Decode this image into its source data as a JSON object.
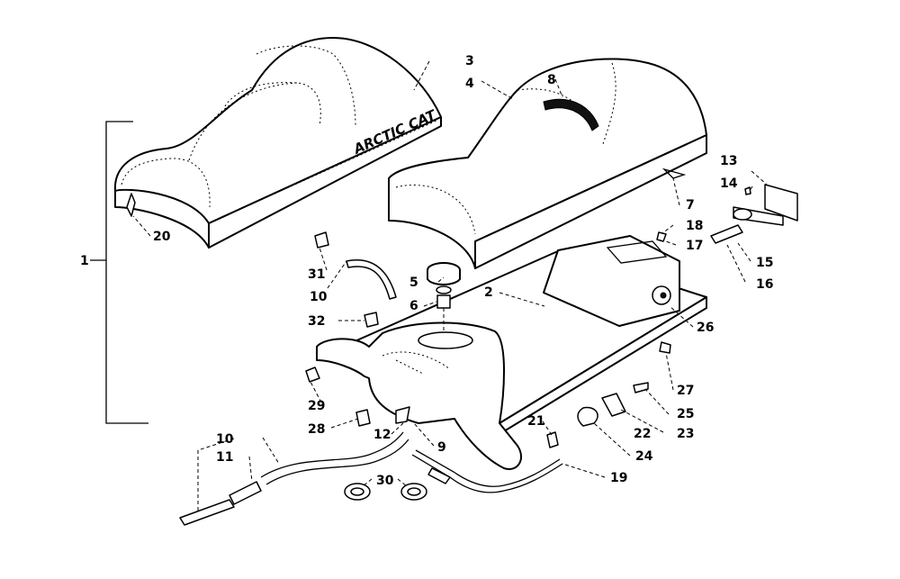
{
  "brand_text": "ARCTIC CAT",
  "callouts": [
    {
      "id": "c1",
      "label": "1"
    },
    {
      "id": "c2",
      "label": "2"
    },
    {
      "id": "c3",
      "label": "3"
    },
    {
      "id": "c4",
      "label": "4"
    },
    {
      "id": "c5",
      "label": "5"
    },
    {
      "id": "c6",
      "label": "6"
    },
    {
      "id": "c7",
      "label": "7"
    },
    {
      "id": "c8",
      "label": "8"
    },
    {
      "id": "c9",
      "label": "9"
    },
    {
      "id": "c10a",
      "label": "10"
    },
    {
      "id": "c10b",
      "label": "10"
    },
    {
      "id": "c11",
      "label": "11"
    },
    {
      "id": "c12",
      "label": "12"
    },
    {
      "id": "c13",
      "label": "13"
    },
    {
      "id": "c14",
      "label": "14"
    },
    {
      "id": "c15",
      "label": "15"
    },
    {
      "id": "c16",
      "label": "16"
    },
    {
      "id": "c17",
      "label": "17"
    },
    {
      "id": "c18",
      "label": "18"
    },
    {
      "id": "c19",
      "label": "19"
    },
    {
      "id": "c20",
      "label": "20"
    },
    {
      "id": "c21",
      "label": "21"
    },
    {
      "id": "c22",
      "label": "22"
    },
    {
      "id": "c23",
      "label": "23"
    },
    {
      "id": "c24",
      "label": "24"
    },
    {
      "id": "c25",
      "label": "25"
    },
    {
      "id": "c26",
      "label": "26"
    },
    {
      "id": "c27",
      "label": "27"
    },
    {
      "id": "c28",
      "label": "28"
    },
    {
      "id": "c29",
      "label": "29"
    },
    {
      "id": "c30",
      "label": "30"
    },
    {
      "id": "c31",
      "label": "31"
    },
    {
      "id": "c32",
      "label": "32"
    }
  ]
}
